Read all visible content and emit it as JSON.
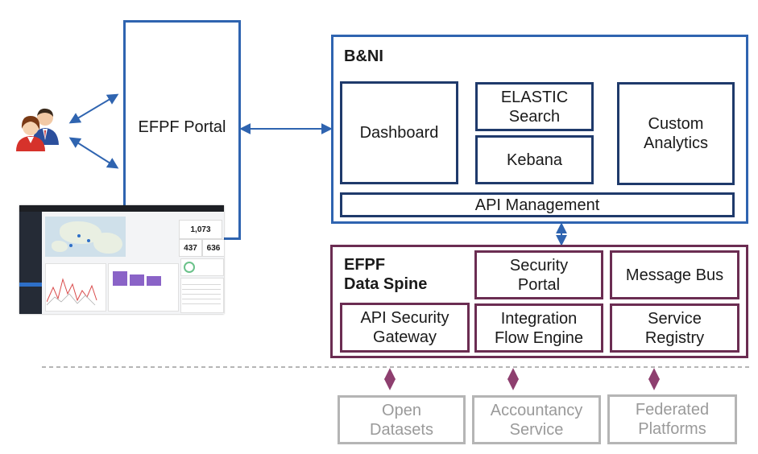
{
  "portal": {
    "label": "EFPF Portal"
  },
  "bni": {
    "title": "B&NI",
    "dashboard": "Dashboard",
    "elastic": "ELASTIC\nSearch",
    "kebana": "Kebana",
    "analytics": "Custom\nAnalytics",
    "api_mgmt": "API Management"
  },
  "spine": {
    "title": "EFPF\nData Spine",
    "security_portal": "Security\nPortal",
    "message_bus": "Message Bus",
    "api_gateway": "API Security\nGateway",
    "integration": "Integration\nFlow Engine",
    "registry": "Service\nRegistry"
  },
  "external": {
    "open_datasets": "Open\nDatasets",
    "accountancy": "Accountancy\nService",
    "federated": "Federated\nPlatforms"
  },
  "dashboard_shot": {
    "kpi_main": "1,073",
    "kpi_a": "437",
    "kpi_b": "636"
  },
  "colors": {
    "blue": "#2f64b0",
    "navy": "#1f3a6b",
    "plum": "#6b2d52",
    "plum_arrow": "#8e3f6f",
    "grey": "#b5b5b5"
  },
  "icons": {
    "users": "users-icon"
  }
}
